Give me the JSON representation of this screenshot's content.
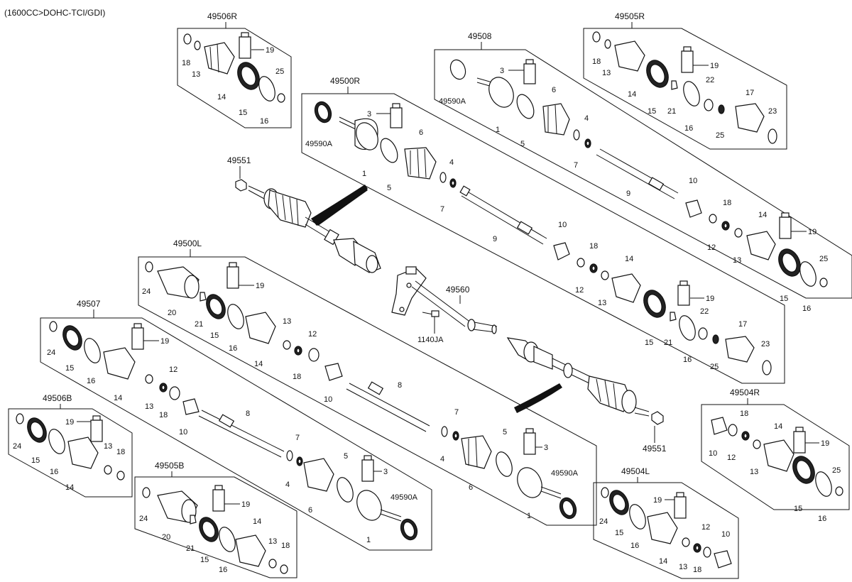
{
  "header": "(1600CC>DOHC-TCI/GDI)",
  "groups": [
    "49506R",
    "49508",
    "49505R",
    "49500R",
    "49551",
    "49500L",
    "49560",
    "49507",
    "49506B",
    "49504R",
    "49505B",
    "49504L"
  ],
  "labels": [
    "18",
    "13",
    "19",
    "14",
    "25",
    "15",
    "16",
    "3",
    "6",
    "49590A",
    "1",
    "5",
    "4",
    "7",
    "9",
    "10",
    "12",
    "22",
    "17",
    "21",
    "23",
    "24",
    "20",
    "1140JA",
    "8"
  ]
}
